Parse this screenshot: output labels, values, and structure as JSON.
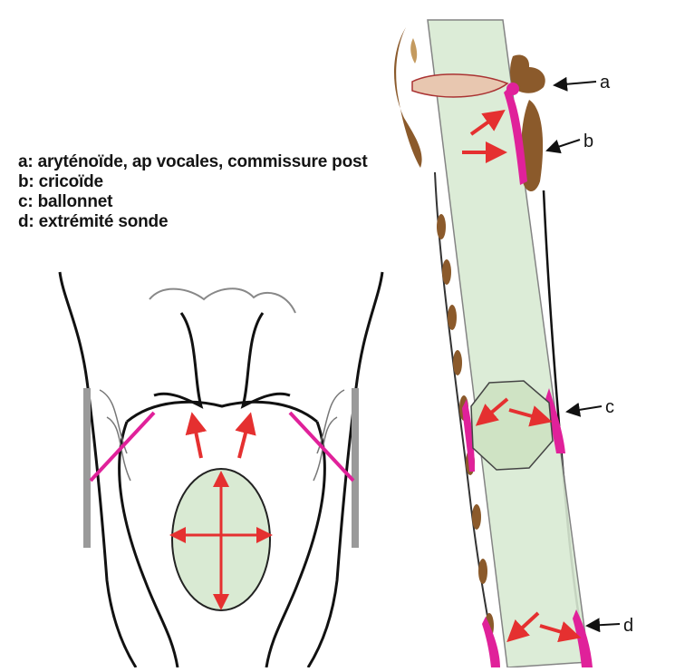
{
  "legend": {
    "a": "a: aryténoïde, ap vocales, commissure post",
    "b": "b: cricoïde",
    "c": "c: ballonnet",
    "d": "d: extrémité sonde"
  },
  "callouts": {
    "a": "a",
    "b": "b",
    "c": "c",
    "d": "d"
  },
  "colors": {
    "tube": "#d9ead3",
    "cartilage": "#8b5a2b",
    "pressure": "#e0219a",
    "arrow": "#e53030",
    "outline": "#111111"
  }
}
